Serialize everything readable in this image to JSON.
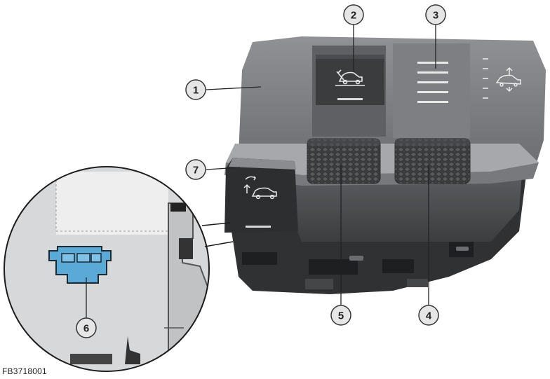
{
  "figure_id": "FB3718001",
  "callouts": [
    "1",
    "2",
    "3",
    "4",
    "5",
    "6",
    "7"
  ],
  "colors": {
    "housing_dark": "#2b2d2f",
    "housing_mid": "#5a5c5f",
    "panel_light": "#8d8f92",
    "button_dark": "#3a3c3e",
    "connector_blue": "#5aa9d6",
    "inset_bg": "#d7d8da"
  },
  "icons": {
    "button_2": "hill-descent-car-icon",
    "button_3": "suspension-height-car-icon",
    "button_7": "vehicle-raise-car-icon"
  }
}
